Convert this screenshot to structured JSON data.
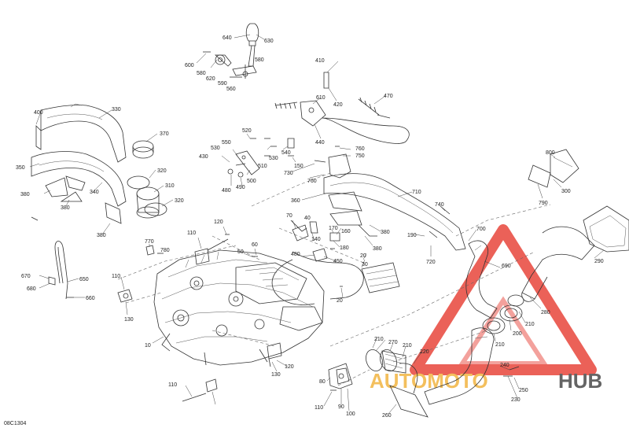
{
  "diagram": {
    "code": "08C1304",
    "watermark": {
      "word1": "AUTOMOTO",
      "word2": "HUB",
      "color_primary": "#e8463c",
      "color_secondary": "#4a4a4a",
      "color_accent": "#f2b441"
    },
    "labels": [
      {
        "id": "l640",
        "text": "640"
      },
      {
        "id": "l630",
        "text": "630"
      },
      {
        "id": "l600",
        "text": "600"
      },
      {
        "id": "l580a",
        "text": "580"
      },
      {
        "id": "l620",
        "text": "620"
      },
      {
        "id": "l590",
        "text": "590"
      },
      {
        "id": "l560",
        "text": "560"
      },
      {
        "id": "l580b",
        "text": "580"
      },
      {
        "id": "l410",
        "text": "410"
      },
      {
        "id": "l420",
        "text": "420"
      },
      {
        "id": "l610",
        "text": "610"
      },
      {
        "id": "l470",
        "text": "470"
      },
      {
        "id": "l440",
        "text": "440"
      },
      {
        "id": "l400",
        "text": "400"
      },
      {
        "id": "l330",
        "text": "330"
      },
      {
        "id": "l370",
        "text": "370"
      },
      {
        "id": "l350",
        "text": "350"
      },
      {
        "id": "l340",
        "text": "340"
      },
      {
        "id": "l320a",
        "text": "320"
      },
      {
        "id": "l310",
        "text": "310"
      },
      {
        "id": "l320b",
        "text": "320"
      },
      {
        "id": "l380a",
        "text": "380"
      },
      {
        "id": "l380b",
        "text": "380"
      },
      {
        "id": "l380c",
        "text": "380"
      },
      {
        "id": "l520",
        "text": "520"
      },
      {
        "id": "l530a",
        "text": "530"
      },
      {
        "id": "l550",
        "text": "550"
      },
      {
        "id": "l430",
        "text": "430"
      },
      {
        "id": "l540",
        "text": "540"
      },
      {
        "id": "l530b",
        "text": "530"
      },
      {
        "id": "l510",
        "text": "510"
      },
      {
        "id": "l500",
        "text": "500"
      },
      {
        "id": "l480a",
        "text": "480"
      },
      {
        "id": "l490",
        "text": "490"
      },
      {
        "id": "l150",
        "text": "150"
      },
      {
        "id": "l760a",
        "text": "760"
      },
      {
        "id": "l750",
        "text": "750"
      },
      {
        "id": "l730",
        "text": "730"
      },
      {
        "id": "l760b",
        "text": "760"
      },
      {
        "id": "l800",
        "text": "800"
      },
      {
        "id": "l300",
        "text": "300"
      },
      {
        "id": "l790",
        "text": "790"
      },
      {
        "id": "l360",
        "text": "360"
      },
      {
        "id": "l710",
        "text": "710"
      },
      {
        "id": "l740",
        "text": "740"
      },
      {
        "id": "l380d",
        "text": "380"
      },
      {
        "id": "l380e",
        "text": "380"
      },
      {
        "id": "l700",
        "text": "700"
      },
      {
        "id": "l190",
        "text": "190"
      },
      {
        "id": "l720",
        "text": "720"
      },
      {
        "id": "l290",
        "text": "290"
      },
      {
        "id": "l120a",
        "text": "120"
      },
      {
        "id": "l110a",
        "text": "110"
      },
      {
        "id": "l770",
        "text": "770"
      },
      {
        "id": "l780",
        "text": "780"
      },
      {
        "id": "l50",
        "text": "50"
      },
      {
        "id": "l60",
        "text": "60"
      },
      {
        "id": "l70",
        "text": "70"
      },
      {
        "id": "l40",
        "text": "40"
      },
      {
        "id": "l170",
        "text": "170"
      },
      {
        "id": "l160",
        "text": "160"
      },
      {
        "id": "l140",
        "text": "140"
      },
      {
        "id": "l180",
        "text": "180"
      },
      {
        "id": "l480b",
        "text": "480"
      },
      {
        "id": "l450",
        "text": "450"
      },
      {
        "id": "l20a",
        "text": "20"
      },
      {
        "id": "l30",
        "text": "30"
      },
      {
        "id": "l20b",
        "text": "20"
      },
      {
        "id": "l670",
        "text": "670"
      },
      {
        "id": "l680",
        "text": "680"
      },
      {
        "id": "l650",
        "text": "650"
      },
      {
        "id": "l660",
        "text": "660"
      },
      {
        "id": "l110b",
        "text": "110"
      },
      {
        "id": "l130a",
        "text": "130"
      },
      {
        "id": "l10",
        "text": "10"
      },
      {
        "id": "l690",
        "text": "690"
      },
      {
        "id": "l280",
        "text": "280"
      },
      {
        "id": "l210a",
        "text": "210"
      },
      {
        "id": "l200",
        "text": "200"
      },
      {
        "id": "l210b",
        "text": "210"
      },
      {
        "id": "l210c",
        "text": "210"
      },
      {
        "id": "l270",
        "text": "270"
      },
      {
        "id": "l210d",
        "text": "210"
      },
      {
        "id": "l220",
        "text": "220"
      },
      {
        "id": "l240",
        "text": "240"
      },
      {
        "id": "l250",
        "text": "250"
      },
      {
        "id": "l230",
        "text": "230"
      },
      {
        "id": "l260",
        "text": "260"
      },
      {
        "id": "l80",
        "text": "80"
      },
      {
        "id": "l90",
        "text": "90"
      },
      {
        "id": "l100",
        "text": "100"
      },
      {
        "id": "l110c",
        "text": "110"
      },
      {
        "id": "l130b",
        "text": "130"
      },
      {
        "id": "l120b",
        "text": "120"
      },
      {
        "id": "l110d",
        "text": "110"
      }
    ]
  }
}
